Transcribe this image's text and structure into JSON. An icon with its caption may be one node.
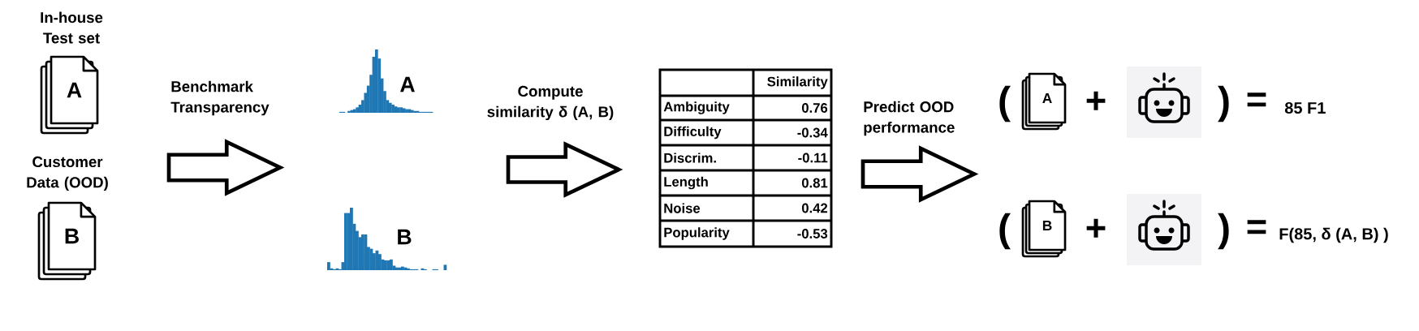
{
  "diagram": {
    "nodes": [
      {
        "text": [
          "In-house Test set",
          "A"
        ]
      },
      {
        "text": [
          "Customer Data (OOD)",
          "B"
        ]
      },
      {
        "text": [
          "A"
        ]
      },
      {
        "text": [
          "B"
        ]
      }
    ],
    "labels": [
      "Benchmark Transparency",
      "A",
      "B",
      "Compute similarity δ (A, B)",
      "Similarity",
      "Ambiguity",
      "0.76",
      "Difficulty",
      "-0.34",
      "Discrim.",
      "-0.11",
      "Length",
      "0.81",
      "Noise",
      "0.42",
      "Popularity",
      "-0.53",
      "Predict OOD performance",
      "(",
      "+",
      ")",
      "=",
      "85 F1",
      "(",
      "+",
      ")",
      "=",
      "F(85, δ (A, B) )"
    ]
  }
}
